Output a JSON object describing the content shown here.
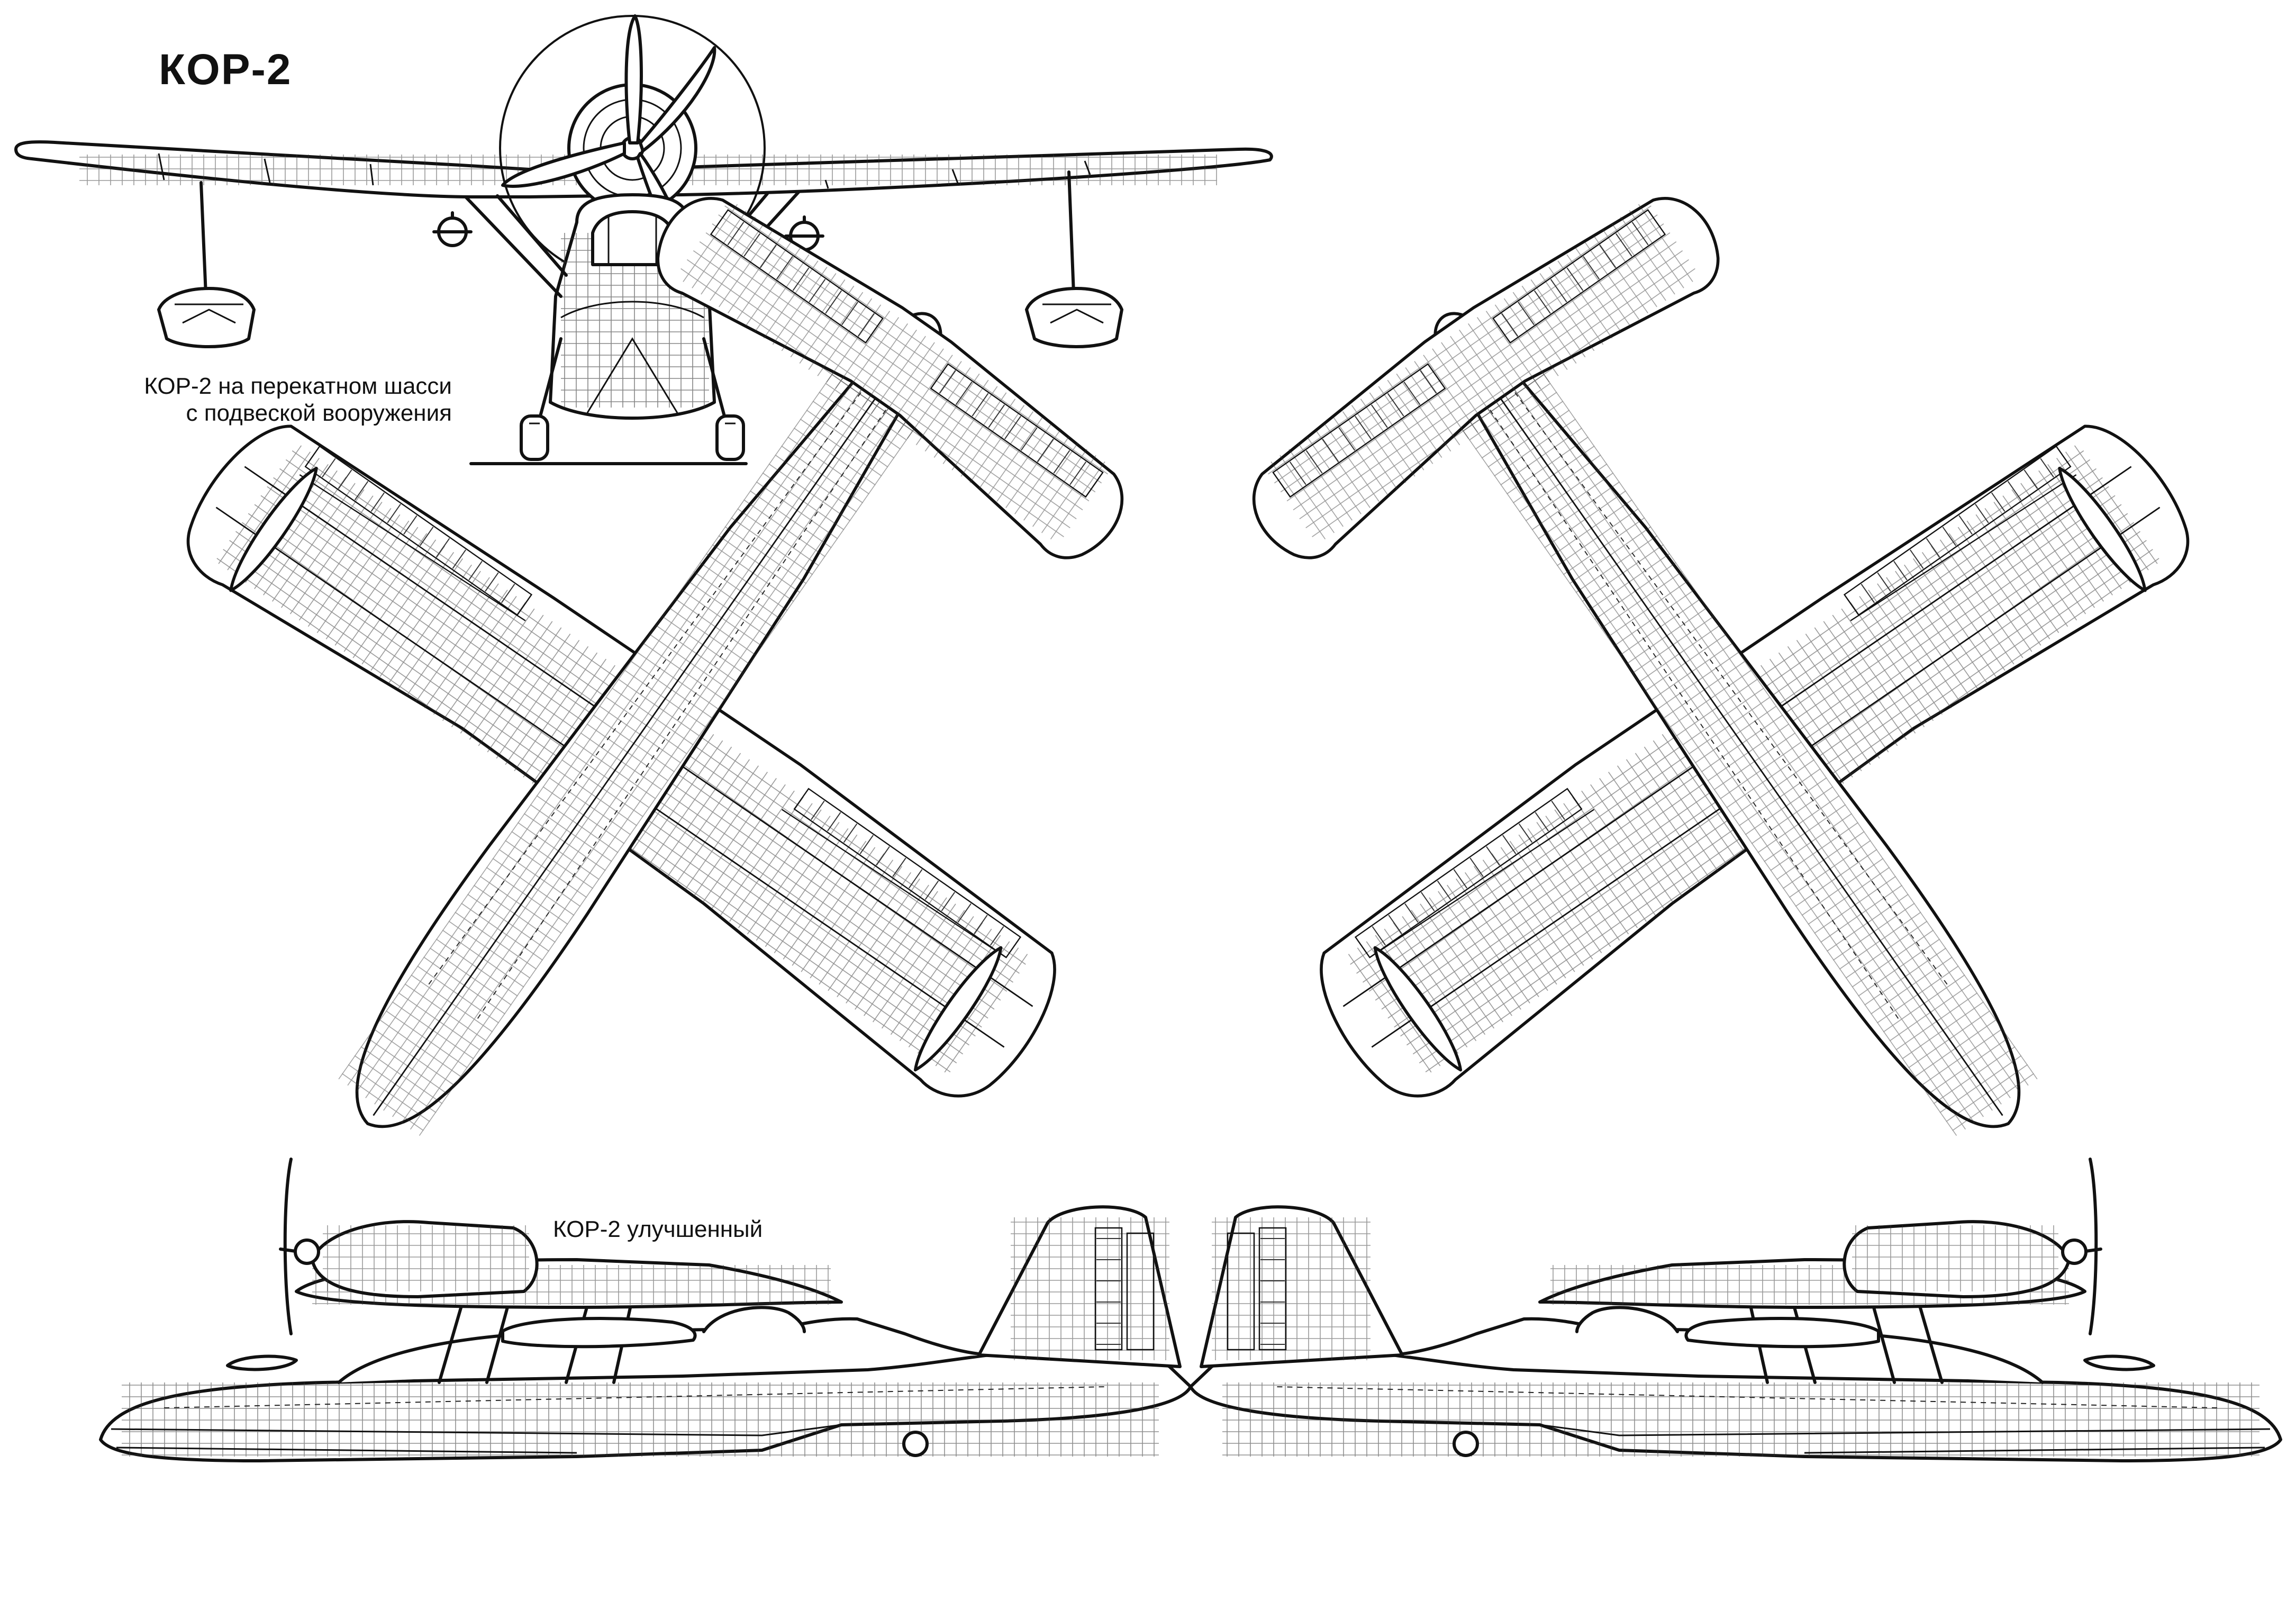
{
  "title": "КОР-2",
  "captions": {
    "front_view_line1": "КОР-2 на перекатном шасси",
    "front_view_line2": "с подвеской вооружения",
    "improved": "КОР-2 улучшенный"
  },
  "colors": {
    "ink": "#111111",
    "paper": "#ffffff"
  }
}
